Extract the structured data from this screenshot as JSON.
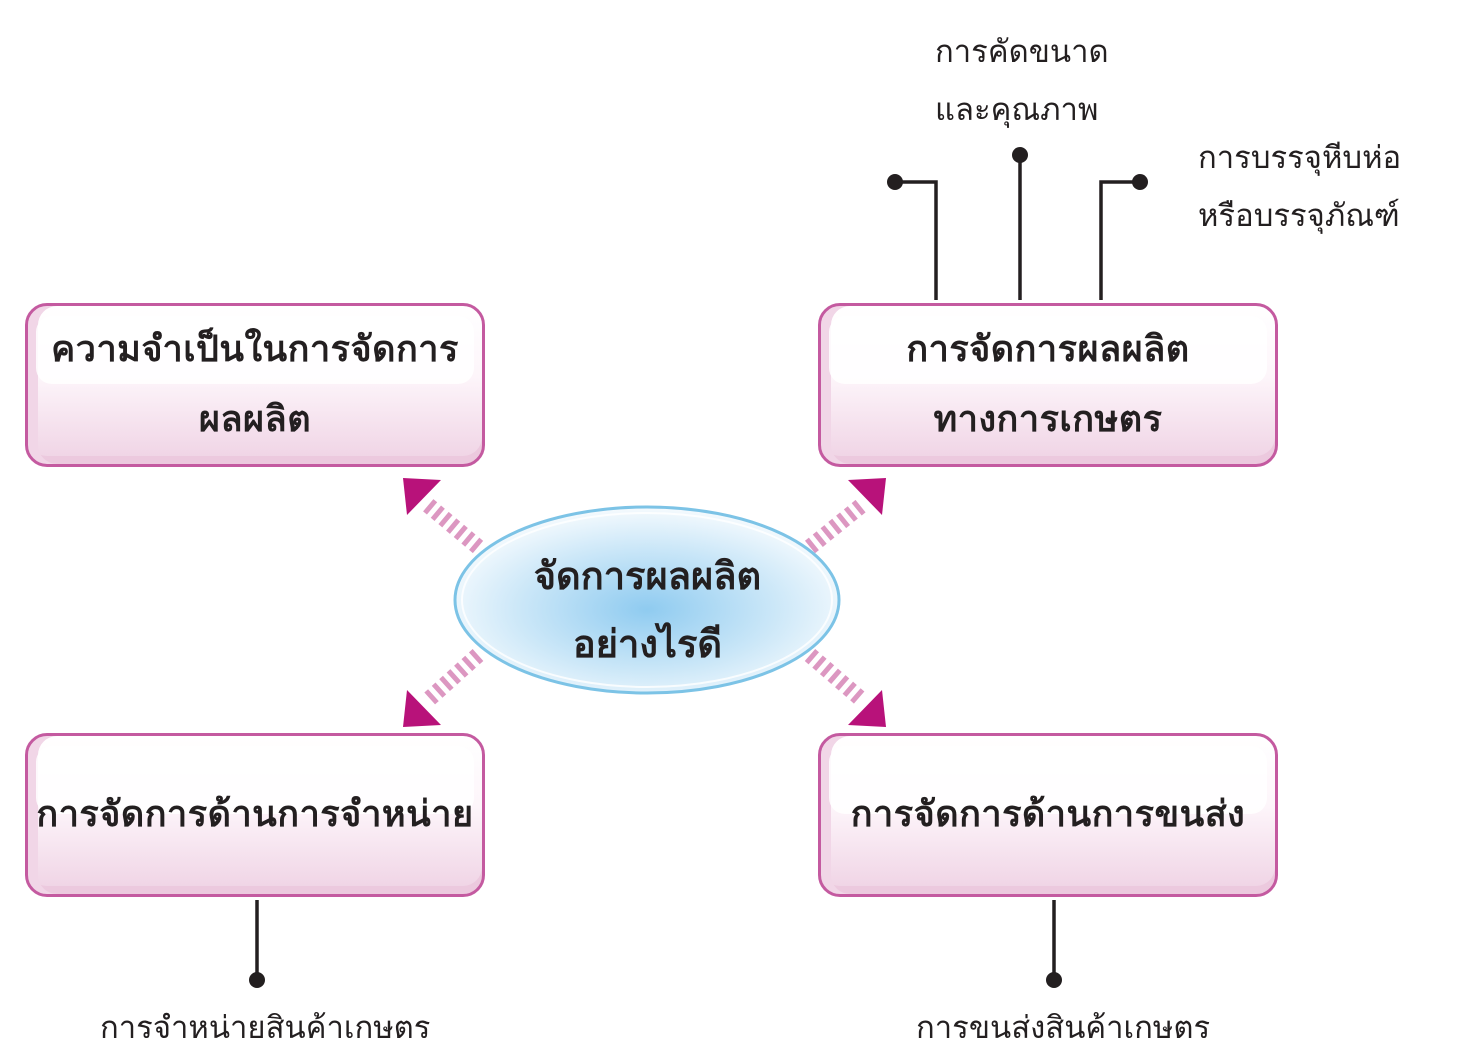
{
  "center": {
    "lines": [
      "จัดการผลผลิต",
      "อย่างไรดี"
    ]
  },
  "boxes": {
    "top_left": {
      "lines": [
        "ความจำเป็นในการจัดการ",
        "ผลผลิต"
      ]
    },
    "top_right": {
      "lines": [
        "การจัดการผลผลิต",
        "ทางการเกษตร"
      ]
    },
    "bottom_left": {
      "lines": [
        "การจัดการด้านการจำหน่าย"
      ]
    },
    "bottom_right": {
      "lines": [
        "การจัดการด้านการขนส่ง"
      ]
    }
  },
  "notes": {
    "sorting": [
      "การคัดขนาด",
      "และคุณภาพ"
    ],
    "packaging": [
      "การบรรจุหีบห่อ",
      "หรือบรรจุภัณฑ์"
    ],
    "selling": "การจำหน่ายสินค้าเกษตร",
    "transport": "การขนส่งสินค้าเกษตร"
  },
  "colors": {
    "box_border": "#c45aa0",
    "arrow": "#b8127a",
    "connector": "#231f20",
    "ellipse_border": "#7cc3e6"
  }
}
